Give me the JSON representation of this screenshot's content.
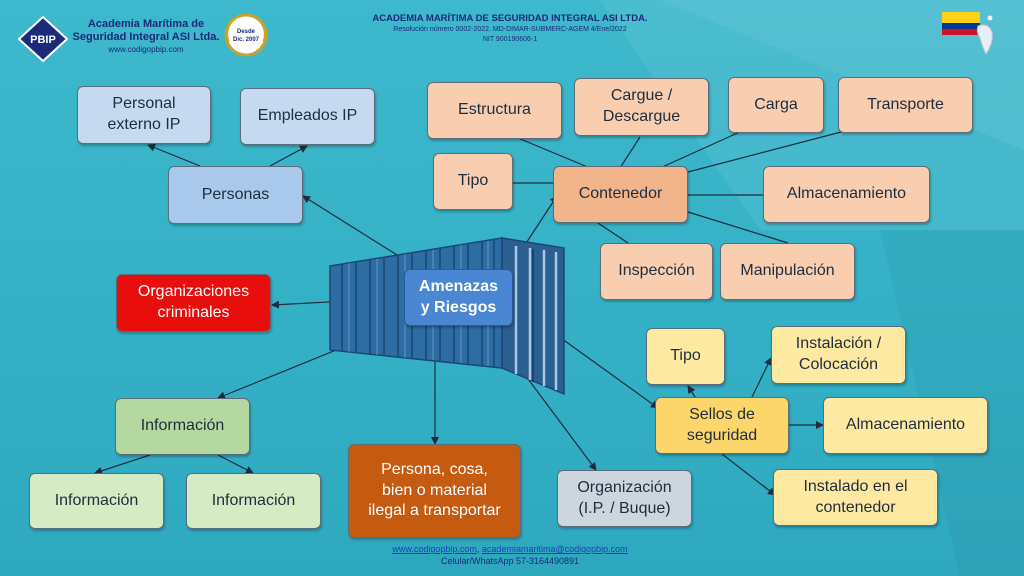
{
  "header": {
    "logo_mark": "PBIP",
    "logo_name_line1": "Academia Marítima de",
    "logo_name_line2": "Seguridad Integral ASI Ltda.",
    "logo_url": "www.codigopbip.com",
    "badge_line1": "Desde",
    "badge_line2": "Dic. 2007",
    "title": "ACADEMIA MARÍTIMA DE SEGURIDAD INTEGRAL ASI LTDA.",
    "resolution": "Resolución número 0002-2022.  MD-DIMAR-SUBMERC-AGEM  4/Ene/2022",
    "nit": "NIT 900190606-1"
  },
  "footer": {
    "web": "www.codigopbip.com",
    "separator": ", ",
    "email": "academiamaritima@codigopbip.com",
    "phone": "Celular/WhatsApp 57-3164490891"
  },
  "diagram": {
    "center": {
      "line1": "Amenazas",
      "line2": "y Riesgos"
    },
    "personas": "Personas",
    "personal_externo": {
      "line1": "Personal",
      "line2": "externo IP"
    },
    "empleados": "Empleados IP",
    "organizaciones": {
      "line1": "Organizaciones",
      "line2": "criminales"
    },
    "informacion_main": "Información",
    "informacion_left": "Información",
    "informacion_right": "Información",
    "persona_cosa": {
      "line1": "Persona, cosa,",
      "line2": "bien o material",
      "line3": "ilegal a transportar"
    },
    "organizacion": {
      "line1": "Organización",
      "line2": "(I.P. / Buque)"
    },
    "contenedor": "Contenedor",
    "estructura": "Estructura",
    "cargue": {
      "line1": "Cargue /",
      "line2": "Descargue"
    },
    "carga": "Carga",
    "transporte": "Transporte",
    "tipo_cont": "Tipo",
    "almacenamiento_cont": "Almacenamiento",
    "inspeccion": "Inspección",
    "manipulacion": "Manipulación",
    "sellos": {
      "line1": "Sellos de",
      "line2": "seguridad"
    },
    "tipo_sellos": "Tipo",
    "instalacion": {
      "line1": "Instalación /",
      "line2": "Colocación"
    },
    "almacenamiento_sellos": "Almacenamiento",
    "instalado": {
      "line1": "Instalado en el",
      "line2": "contenedor"
    }
  }
}
